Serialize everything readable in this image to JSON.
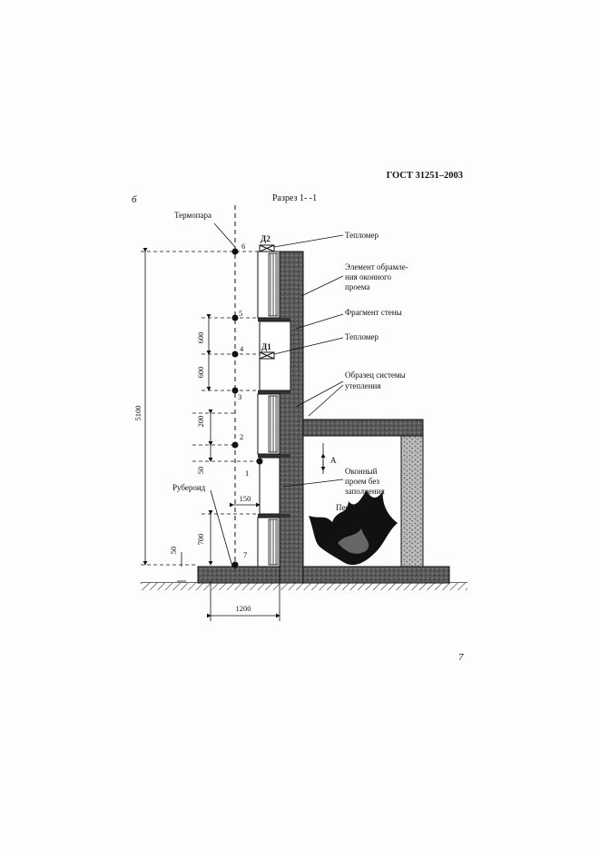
{
  "header": {
    "standard": "ГОСТ 31251–2003",
    "figure_letter": "б",
    "section_title": "Разрез 1- -1",
    "page_number": "7"
  },
  "labels": {
    "thermocouple": "Термопара",
    "heat_meter_top": "Тепломер",
    "heat_meter_mid": "Тепломер",
    "window_frame_element": [
      "Элемент обрамле-",
      "ния оконного",
      "проема"
    ],
    "wall_fragment": "Фрагмент стены",
    "insulation_sample": [
      "Образец системы",
      "утепления"
    ],
    "window_opening": [
      "Оконный",
      "проем без",
      "заполнения"
    ],
    "furnace": "Печь",
    "roofing_felt": "Рубероид",
    "point_A": "А",
    "d1": "Д1",
    "d2": "Д2"
  },
  "points": [
    "1",
    "2",
    "3",
    "4",
    "5",
    "6",
    "7"
  ],
  "dimensions": {
    "total_height": "5100",
    "d600_upper": "600",
    "d600_lower": "600",
    "d200": "200",
    "d50_mid": "50",
    "d150": "150",
    "d700": "700",
    "d50_low": "50",
    "d1200": "1200"
  },
  "colors": {
    "ink": "#111111",
    "hatch_gray": "#555555",
    "wall_fill": "#3a3a3a"
  }
}
